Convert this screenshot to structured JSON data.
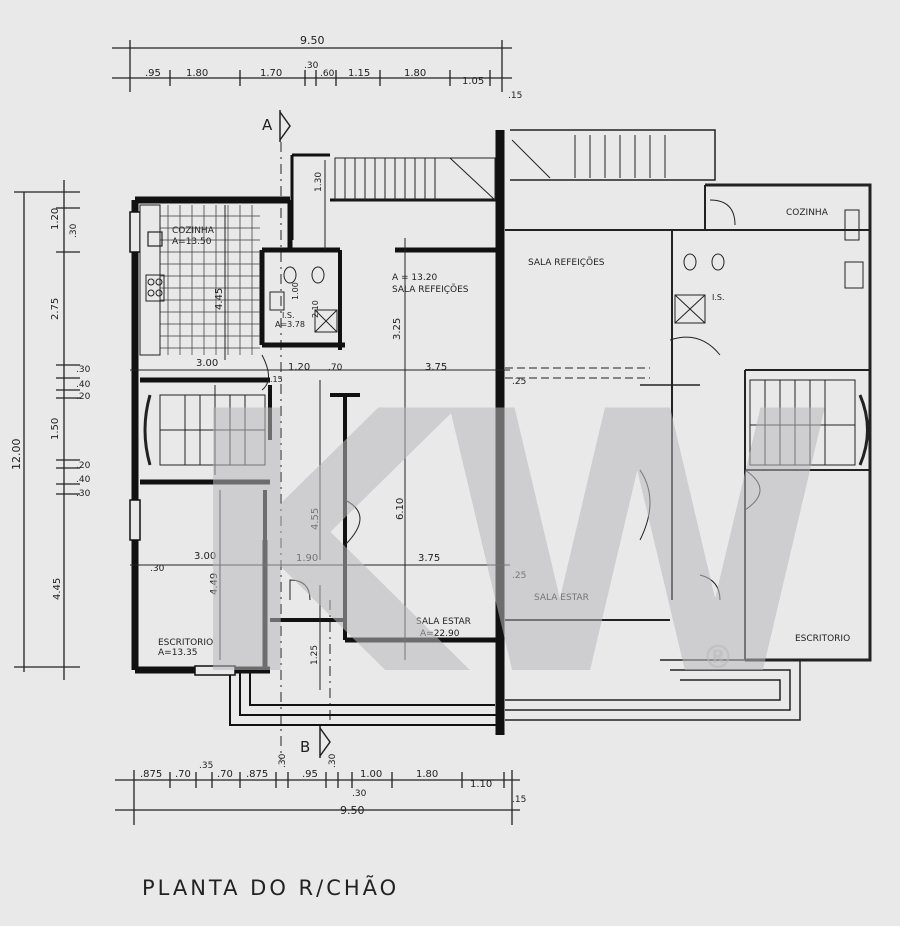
{
  "title": "PLANTA DO R/CHÃO",
  "watermark": "KW",
  "watermark_registered": "®",
  "section_markers": {
    "a": "A",
    "b": "B"
  },
  "dims_top": {
    "overall": "9.50",
    "segments": [
      ".95",
      "1.80",
      "1.70",
      ".30",
      ".60",
      "1.15",
      "1.80",
      "1.05",
      ".15"
    ]
  },
  "dims_left": {
    "overall": "12.00",
    "segments": [
      "1.20",
      ".30",
      "2.75",
      ".30",
      ".40",
      ".20",
      "1.50",
      ".20",
      ".40",
      ".30",
      "4.45"
    ]
  },
  "dims_bottom": {
    "overall": "9.50",
    "segments": [
      ".875",
      ".70",
      ".35",
      ".70",
      ".875",
      ".30",
      ".95",
      ".30",
      ".30",
      "1.00",
      "1.80",
      "1.10",
      ".15"
    ]
  },
  "inner_dims": {
    "d300a": "3.00",
    "d120": "1.20",
    "d070": ".70",
    "d375a": "3.75",
    "d025a": ".25",
    "d445a": "4.45",
    "d325": "3.25",
    "d610": "6.10",
    "d455": "4.55",
    "d300b": "3.00",
    "d190": "1.90",
    "d375b": "3.75",
    "d025b": ".25",
    "d449": "4.49",
    "d125": "1.25",
    "d030": ".30",
    "d015": ".15",
    "d130": "1.30",
    "d210": "2.10",
    "d100": "1.00"
  },
  "rooms_left": {
    "cozinha": "COZINHA",
    "cozinha_area": "A=13.50",
    "is": "I.S.",
    "is_area": "A=3.78",
    "sala_ref_area": "A = 13.20",
    "sala_ref": "SALA REFEIÇÕES",
    "escritorio": "ESCRITORIO",
    "escritorio_area": "A=13.35",
    "sala_estar": "SALA ESTAR",
    "sala_estar_area": "A=22.90"
  },
  "rooms_right": {
    "sala_ref": "SALA REFEIÇÕES",
    "cozinha": "COZINHA",
    "is": "I.S.",
    "sala_estar": "SALA ESTAR",
    "escritorio": "ESCRITORIO"
  }
}
